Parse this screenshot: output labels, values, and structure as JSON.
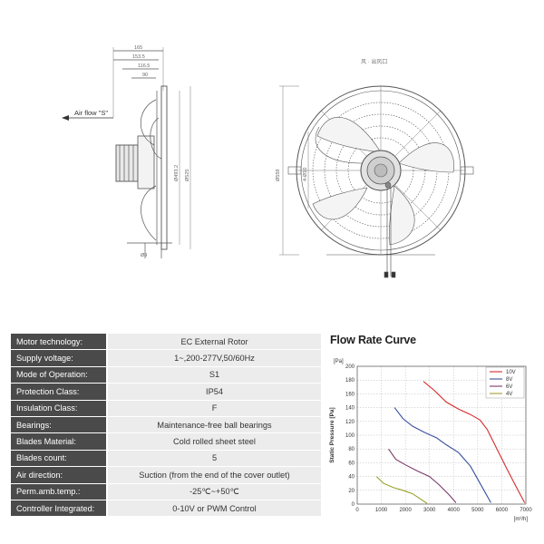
{
  "drawing": {
    "airflow_label": "Air flow \"S\"",
    "dim_top": [
      "165",
      "153.5",
      "116.5",
      "90"
    ],
    "dim_vertical": [
      "Ø493.2",
      "Ø525"
    ],
    "dim_bottom": "Ø9",
    "dim_front_height": "Ø559",
    "dim_front_side": "4-Ø10",
    "front_note": "风 · 出风口"
  },
  "specs": [
    {
      "label": "Motor technology:",
      "value": "EC External Rotor"
    },
    {
      "label": "Supply voltage:",
      "value": "1~,200-277V,50/60Hz"
    },
    {
      "label": "Mode of Operation:",
      "value": "S1"
    },
    {
      "label": "Protection Class:",
      "value": "IP54"
    },
    {
      "label": "Insulation Class:",
      "value": "F"
    },
    {
      "label": "Bearings:",
      "value": "Maintenance-free ball bearings"
    },
    {
      "label": "Blades Material:",
      "value": "Cold rolled sheet steel"
    },
    {
      "label": "Blades count:",
      "value": "5"
    },
    {
      "label": "Air direction:",
      "value": "Suction (from the end of the cover outlet)"
    },
    {
      "label": "Perm.amb.temp.:",
      "value": "-25℃~+50℃"
    },
    {
      "label": "Controller Integrated:",
      "value": "0-10V or PWM Control"
    }
  ],
  "chart_data": {
    "type": "line",
    "title": "Flow Rate Curve",
    "ylabel": "Static Pressure [Pa]",
    "yunit": "[Pa]",
    "xunit": "[m³/h]",
    "xlim": [
      0,
      7000
    ],
    "ylim": [
      0,
      200
    ],
    "xticks": [
      0,
      1000,
      2000,
      3000,
      4000,
      5000,
      6000,
      7000
    ],
    "yticks": [
      0,
      20,
      40,
      60,
      80,
      100,
      120,
      140,
      160,
      180,
      200
    ],
    "grid": true,
    "legend": "top-right",
    "series": [
      {
        "name": "10V",
        "color": "#d62b2b",
        "x": [
          2750,
          3200,
          3700,
          4200,
          4700,
          5100,
          5400,
          5800,
          6200,
          6600,
          6950
        ],
        "y": [
          178,
          165,
          148,
          138,
          130,
          122,
          108,
          80,
          52,
          25,
          2
        ]
      },
      {
        "name": "8V",
        "color": "#3a4f9c",
        "x": [
          1550,
          1900,
          2300,
          2800,
          3300,
          3700,
          4200,
          4700,
          5100,
          5550
        ],
        "y": [
          140,
          124,
          113,
          104,
          96,
          86,
          75,
          55,
          30,
          2
        ]
      },
      {
        "name": "6V",
        "color": "#7a3a6a",
        "x": [
          1300,
          1600,
          2000,
          2500,
          3000,
          3400,
          3800,
          4100
        ],
        "y": [
          80,
          65,
          57,
          48,
          40,
          28,
          14,
          2
        ]
      },
      {
        "name": "4V",
        "color": "#9aa02a",
        "x": [
          800,
          1100,
          1500,
          1900,
          2300,
          2600,
          2900
        ],
        "y": [
          40,
          30,
          24,
          20,
          15,
          8,
          1
        ]
      }
    ]
  }
}
